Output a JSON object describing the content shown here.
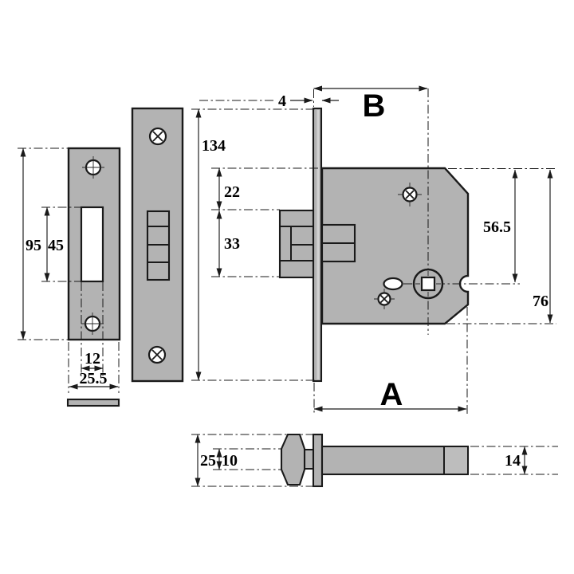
{
  "page": {
    "background": "#ffffff"
  },
  "colors": {
    "metal_fill": "#b3b3b3",
    "line": "#1a1a1a"
  },
  "drawing": {
    "kind": "mortice-lock-dimensional-drawing",
    "views": [
      "strike-plate-front",
      "faceplate-front",
      "lock-case-side",
      "bolt-section"
    ]
  },
  "dimensions": {
    "strike_plate": {
      "overall_height": "95",
      "cutout_height": "45",
      "cutout_width": "12",
      "overall_width": "25.5"
    },
    "faceplate": {
      "height": "134",
      "thickness": "4"
    },
    "case": {
      "backset": "B",
      "case_depth": "A",
      "top_to_bolt": "22",
      "bolt_height": "33",
      "top_to_spindle_centre": "56.5",
      "case_height": "76"
    },
    "section": {
      "faceplate_width": "25",
      "bolt_thickness": "10",
      "tail_height": "14"
    }
  }
}
